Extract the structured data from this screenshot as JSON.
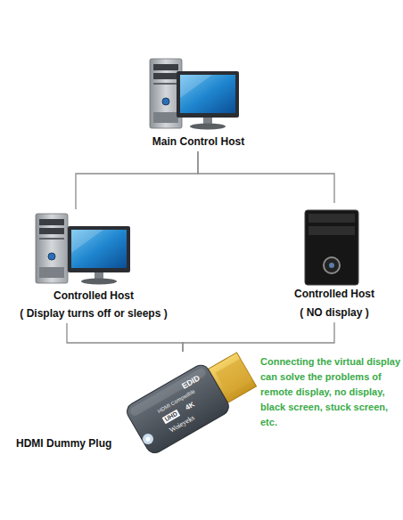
{
  "diagram": {
    "nodes": [
      {
        "text": [
          "Main Control Host"
        ]
      },
      {
        "text": [
          "Controlled Host",
          "( Display turns off or sleeps )"
        ]
      },
      {
        "text": [
          "Controlled Host",
          "( NO display )"
        ]
      },
      {
        "text": [
          "HDMI Dummy Plug"
        ]
      }
    ],
    "edges": [
      {
        "from": 0,
        "to": 1,
        "arrow": "none"
      },
      {
        "from": 0,
        "to": 2,
        "arrow": "none"
      },
      {
        "from": 1,
        "to": 3,
        "arrow": "none"
      },
      {
        "from": 2,
        "to": 3,
        "arrow": "none"
      }
    ],
    "labels": [
      "EDID",
      "HDMI Compatible",
      "UHD",
      "4K",
      "Woieyeks",
      "Connecting the virtual display can solve the problems of remote display, no display, black screen, stuck screen, etc."
    ]
  }
}
